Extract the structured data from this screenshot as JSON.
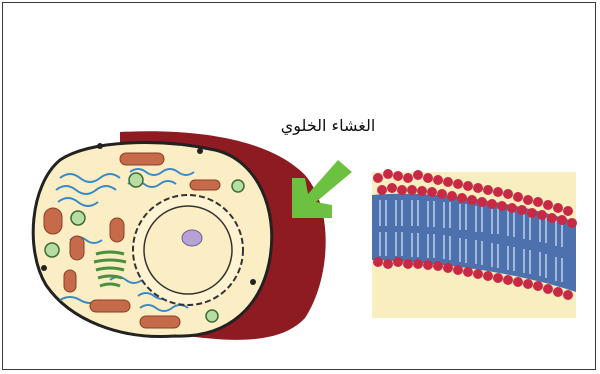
{
  "label": {
    "text": "الغشاء الخلوي"
  },
  "colors": {
    "membrane": "#8e1a22",
    "cytoplasm": "#fbeec4",
    "er": "#3b88c8",
    "arrow": "#6cc140",
    "nucleolus": "#b7a2d8",
    "golgi": "#4b8e3f",
    "mitochondria": "#c66b4a",
    "vesicle": "#b6dea3",
    "bilayer_heads": "#c82a45",
    "bilayer_tails": "#2f5aa8",
    "bilayer_bg": "#f8eec0"
  },
  "icons": {
    "arrow": "green-arrow-icon",
    "cell": "animal-cell-illustration",
    "bilayer": "phospholipid-bilayer-illustration"
  }
}
